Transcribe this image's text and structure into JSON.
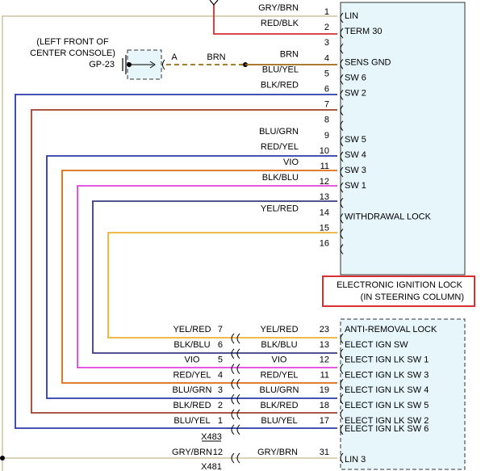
{
  "module_pins": [
    {
      "num": "1",
      "color": "GRY/BRN",
      "label": "LIN"
    },
    {
      "num": "2",
      "color": "RED/BLK",
      "label": "TERM 30"
    },
    {
      "num": "3",
      "color": "",
      "label": ""
    },
    {
      "num": "4",
      "color": "BRN",
      "label": "SENS GND"
    },
    {
      "num": "5",
      "color": "BLU/YEL",
      "label": "SW 6"
    },
    {
      "num": "6",
      "color": "BLK/RED",
      "label": "SW 2"
    },
    {
      "num": "7",
      "color": "",
      "label": ""
    },
    {
      "num": "8",
      "color": "",
      "label": ""
    },
    {
      "num": "9",
      "color": "BLU/GRN",
      "label": "SW 5"
    },
    {
      "num": "10",
      "color": "RED/YEL",
      "label": "SW 4"
    },
    {
      "num": "11",
      "color": "VIO",
      "label": "SW 3"
    },
    {
      "num": "12",
      "color": "BLK/BLU",
      "label": "SW 1"
    },
    {
      "num": "13",
      "color": "",
      "label": ""
    },
    {
      "num": "14",
      "color": "YEL/RED",
      "label": "WITHDRAWAL LOCK"
    },
    {
      "num": "15",
      "color": "",
      "label": ""
    },
    {
      "num": "16",
      "color": "",
      "label": ""
    }
  ],
  "ground": {
    "location_line1": "(LEFT FRONT OF",
    "location_line2": "CENTER CONSOLE)",
    "id": "GP-23",
    "terminal": "A",
    "wire_color": "BRN"
  },
  "module_title_line1": "ELECTRONIC IGNITION LOCK",
  "module_title_line2": "(IN STEERING COLUMN)",
  "connector_id": "X483",
  "connector_id_2": "X481",
  "lower_pins": [
    {
      "left_color": "YEL/RED",
      "left_num": "7",
      "right_color": "YEL/RED",
      "right_num": "23",
      "label": "ANTI-REMOVAL LOCK"
    },
    {
      "left_color": "BLK/BLU",
      "left_num": "6",
      "right_color": "BLK/BLU",
      "right_num": "13",
      "label": "ELECT IGN SW"
    },
    {
      "left_color": "VIO",
      "left_num": "5",
      "right_color": "VIO",
      "right_num": "12",
      "label": "ELECT IGN LK SW 1"
    },
    {
      "left_color": "RED/YEL",
      "left_num": "4",
      "right_color": "RED/YEL",
      "right_num": "11",
      "label": "ELECT IGN LK SW 3"
    },
    {
      "left_color": "BLU/GRN",
      "left_num": "3",
      "right_color": "BLU/GRN",
      "right_num": "19",
      "label": "ELECT IGN LK SW 4"
    },
    {
      "left_color": "BLK/RED",
      "left_num": "2",
      "right_color": "BLK/RED",
      "right_num": "18",
      "label": "ELECT IGN LK SW 5"
    },
    {
      "left_color": "BLU/YEL",
      "left_num": "1",
      "right_color": "BLU/YEL",
      "right_num": "17",
      "label": "ELECT IGN LK SW 2"
    }
  ],
  "extra_label": "ELECT IGN LK SW 6",
  "bottom_row": {
    "left_color": "GRY/BRN",
    "left_num": "12",
    "right_color": "GRY/BRN",
    "right_num": "31",
    "label": "LIN 3"
  },
  "colors": {
    "red": "#d03030",
    "blue": "#2a3aa8",
    "brown_red": "#a0402c",
    "orange": "#e06a10",
    "magenta": "#e040e0",
    "navy": "#3a3a80",
    "yellow": "#f0b030",
    "tan": "#c8b890",
    "brown_dash": "#a06a10",
    "module_fill": "#e6f6fb",
    "highlight": "#d83030"
  }
}
